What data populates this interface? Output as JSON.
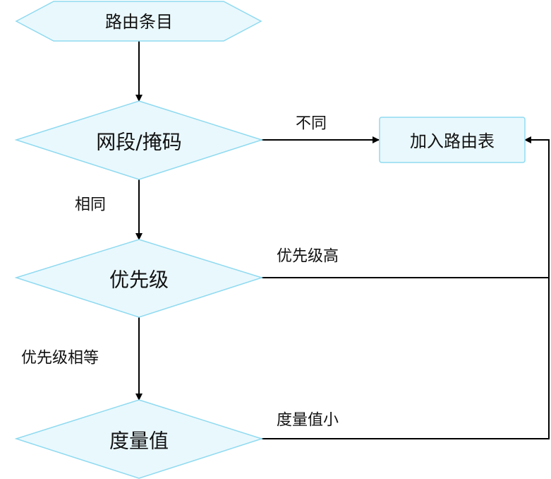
{
  "diagram": {
    "nodes": {
      "route_entry": "路由条目",
      "network_mask": "网段/掩码",
      "priority": "优先级",
      "metric": "度量值",
      "add_route_table": "加入路由表"
    },
    "edges": {
      "different": "不同",
      "same": "相同",
      "priority_high": "优先级高",
      "priority_equal": "优先级相等",
      "metric_small": "度量值小"
    }
  }
}
